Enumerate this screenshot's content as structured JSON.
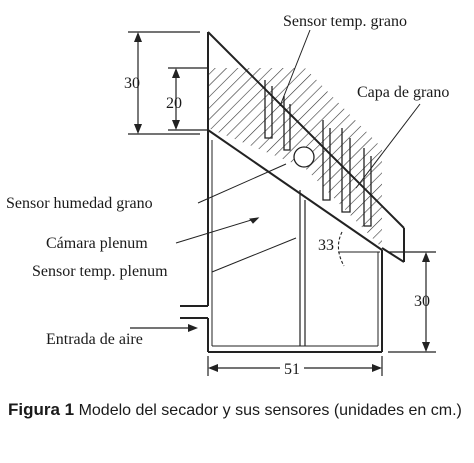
{
  "labels": {
    "sensor_temp_grano": "Sensor temp. grano",
    "capa_de_grano": "Capa de grano",
    "sensor_humedad_grano": "Sensor humedad grano",
    "camara_plenum": "Cámara plenum",
    "sensor_temp_plenum": "Sensor temp. plenum",
    "entrada_de_aire": "Entrada de aire"
  },
  "dimensions": {
    "outer_height": "30",
    "layer_height": "20",
    "angle": "33",
    "base_height": "30",
    "width": "51"
  },
  "caption": {
    "prefix": "Figura 1",
    "text": " Modelo del secador y sus sensores (unidades en cm.)"
  }
}
